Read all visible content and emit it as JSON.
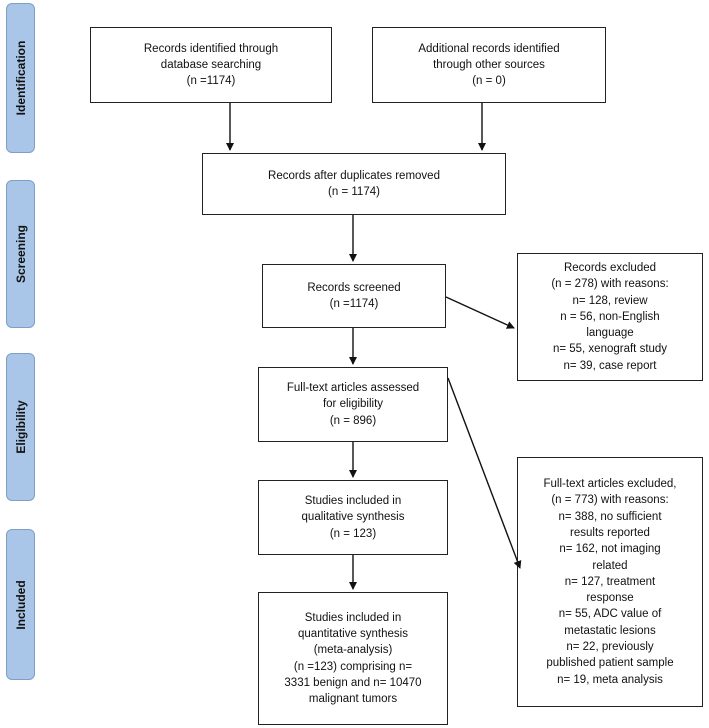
{
  "phases": {
    "identification": "Identification",
    "screening": "Screening",
    "eligibility": "Eligibility",
    "included": "Included"
  },
  "boxes": {
    "database": [
      "Records identified through",
      "database searching",
      "(n =1174)"
    ],
    "other_sources": [
      "Additional records identified",
      "through other sources",
      "(n = 0)"
    ],
    "duplicates_removed": [
      "Records after duplicates removed",
      "(n = 1174)"
    ],
    "screened": [
      "Records screened",
      "(n =1174)"
    ],
    "records_excluded": [
      "Records excluded",
      "(n = 278) with reasons:",
      "n= 128, review",
      "n = 56, non-English",
      "language",
      "n= 55, xenograft study",
      "n= 39, case report"
    ],
    "fulltext_assessed": [
      "Full-text articles assessed",
      "for eligibility",
      "(n = 896)"
    ],
    "fulltext_excluded": [
      "Full-text articles excluded,",
      "(n = 773) with reasons:",
      "n= 388, no sufficient",
      "results reported",
      "n= 162, not imaging",
      "related",
      "n= 127, treatment",
      "response",
      "n= 55, ADC value of",
      "metastatic lesions",
      "n= 22, previously",
      "published patient sample",
      "n= 19, meta analysis"
    ],
    "qualitative": [
      "Studies included in",
      "qualitative synthesis",
      "(n = 123)"
    ],
    "quantitative": [
      "Studies included in",
      "quantitative synthesis",
      "(meta-analysis)",
      "(n =123) comprising n=",
      "3331 benign and n= 10470",
      "malignant tumors"
    ]
  }
}
